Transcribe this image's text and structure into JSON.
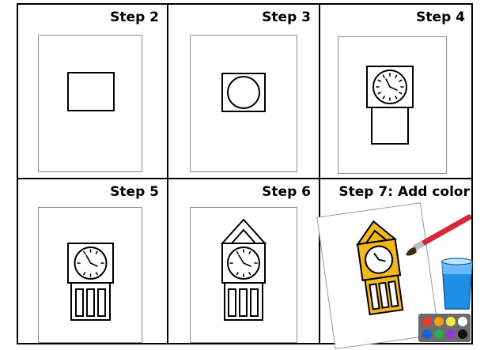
{
  "worksheet": {
    "steps": [
      {
        "label": "Step 2",
        "drawing": "rectangle"
      },
      {
        "label": "Step 3",
        "drawing": "clock-face-square"
      },
      {
        "label": "Step 4",
        "drawing": "clock-with-tower-body"
      },
      {
        "label": "Step 5",
        "drawing": "clock-tower-with-windows"
      },
      {
        "label": "Step 6",
        "drawing": "clock-tower-with-spire"
      },
      {
        "label": "Step 7: Add color",
        "drawing": "colored-clock-tower-with-paint-supplies"
      }
    ],
    "colors": {
      "line": "#000000",
      "tower_fill": "#f2b81f",
      "water": "#1e8ee6",
      "brush_red": "#d7263d",
      "paint_palette": [
        "#e53935",
        "#f39c12",
        "#f7e84a",
        "#ffffff",
        "#1e5fd8",
        "#2eab4a",
        "#8e3bc9",
        "#111111"
      ]
    }
  }
}
